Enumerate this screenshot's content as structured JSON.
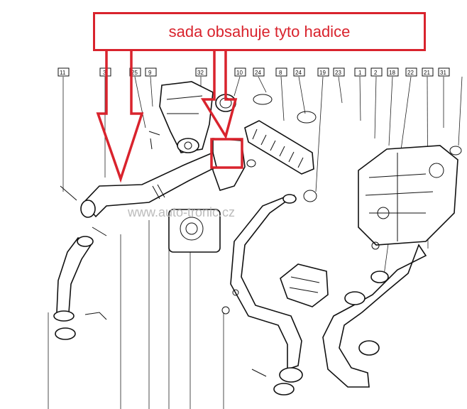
{
  "callout": {
    "text": "sada obsahuje tyto hadice",
    "color": "#d9232d"
  },
  "watermark": {
    "text": "www.auto-tronic.cz"
  },
  "part_labels": [
    "11",
    "3",
    "25",
    "9",
    "32",
    "10",
    "24",
    "8",
    "24",
    "19",
    "23",
    "1",
    "2",
    "18",
    "22",
    "21",
    "31"
  ],
  "colors": {
    "line": "#111111",
    "background": "#ffffff",
    "highlight": "#d9232d"
  }
}
